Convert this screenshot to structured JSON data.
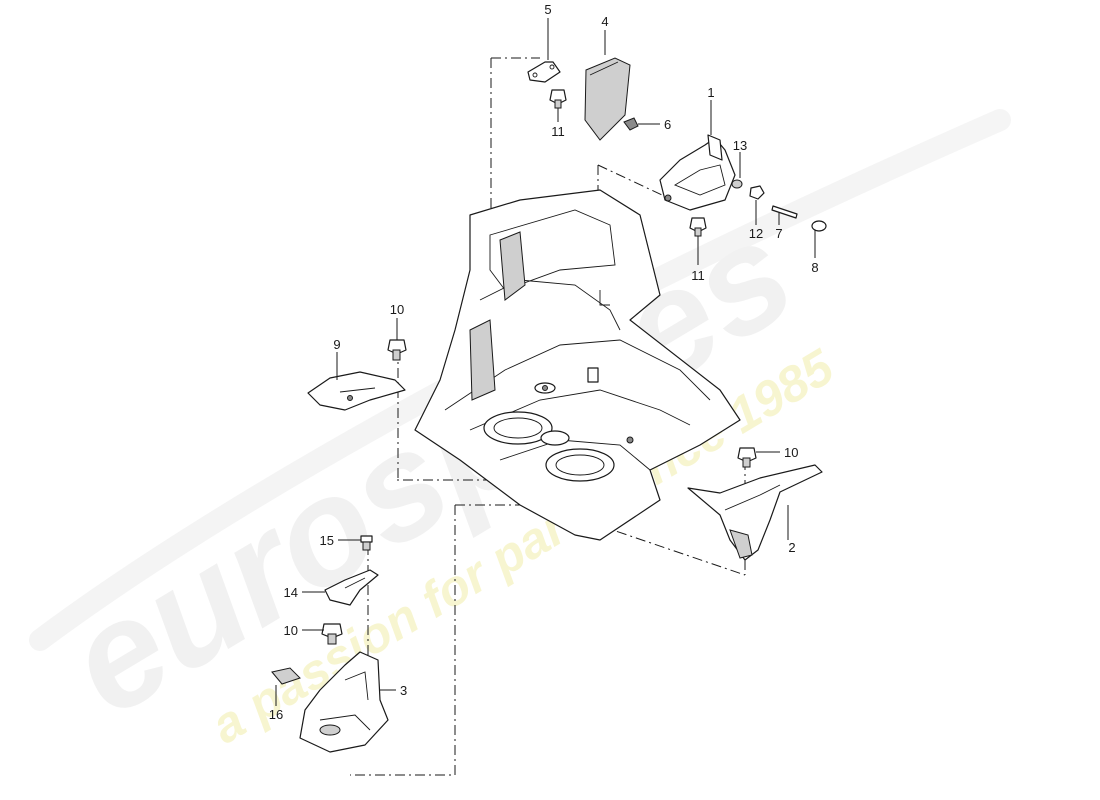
{
  "watermark": {
    "brand": "eurospares",
    "tagline": "a passion for parts since 1985"
  },
  "callouts": [
    {
      "id": "5",
      "label": "5"
    },
    {
      "id": "4",
      "label": "4"
    },
    {
      "id": "1",
      "label": "1"
    },
    {
      "id": "11a",
      "label": "11"
    },
    {
      "id": "6",
      "label": "6"
    },
    {
      "id": "13",
      "label": "13"
    },
    {
      "id": "12",
      "label": "12"
    },
    {
      "id": "7",
      "label": "7"
    },
    {
      "id": "8",
      "label": "8"
    },
    {
      "id": "11b",
      "label": "11"
    },
    {
      "id": "10a",
      "label": "10"
    },
    {
      "id": "9",
      "label": "9"
    },
    {
      "id": "10b",
      "label": "10"
    },
    {
      "id": "2",
      "label": "2"
    },
    {
      "id": "15",
      "label": "15"
    },
    {
      "id": "14",
      "label": "14"
    },
    {
      "id": "10c",
      "label": "10"
    },
    {
      "id": "3",
      "label": "3"
    },
    {
      "id": "16",
      "label": "16"
    }
  ],
  "colors": {
    "line": "#1a1a1a",
    "watermark_gray": "#e8e8e8",
    "watermark_yellow": "#f3f0b0"
  }
}
